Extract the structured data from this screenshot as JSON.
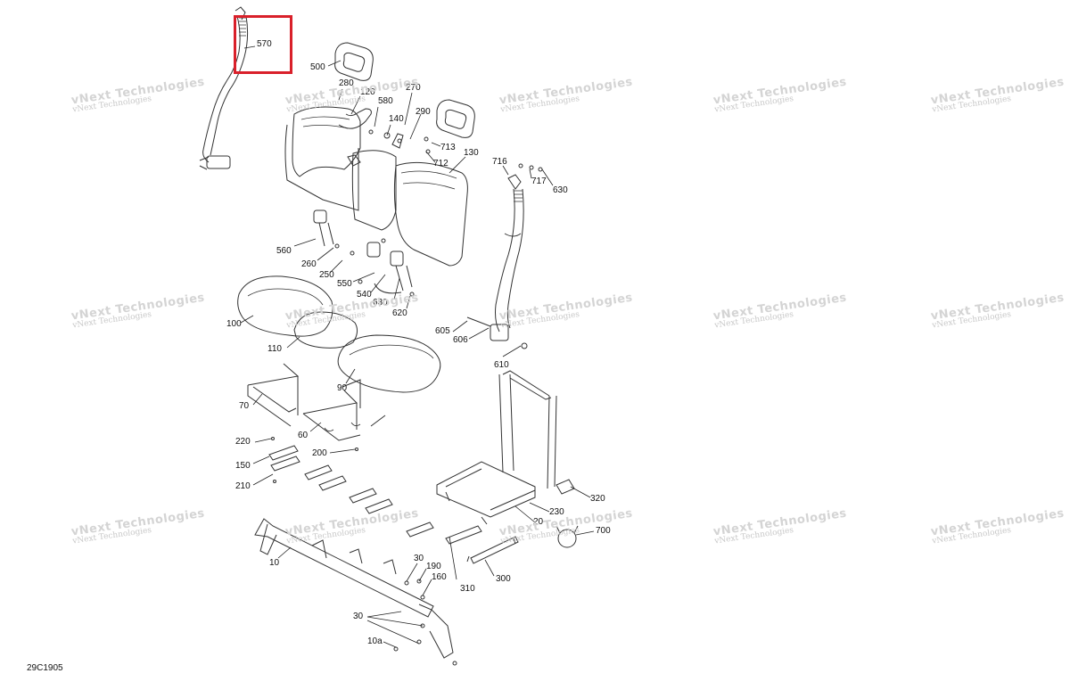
{
  "diagram": {
    "reference_code": "29C1905",
    "highlight_color": "#d9202a",
    "highlighted_part": "570",
    "parts": [
      {
        "id": "p570",
        "label": "570"
      },
      {
        "id": "p500",
        "label": "500"
      },
      {
        "id": "p280",
        "label": "280"
      },
      {
        "id": "p120",
        "label": "120"
      },
      {
        "id": "p270",
        "label": "270"
      },
      {
        "id": "p580",
        "label": "580"
      },
      {
        "id": "p290",
        "label": "290"
      },
      {
        "id": "p140",
        "label": "140"
      },
      {
        "id": "p713",
        "label": "713"
      },
      {
        "id": "p712",
        "label": "712"
      },
      {
        "id": "p130",
        "label": "130"
      },
      {
        "id": "p716",
        "label": "716"
      },
      {
        "id": "p717",
        "label": "717"
      },
      {
        "id": "p630a",
        "label": "630"
      },
      {
        "id": "p560",
        "label": "560"
      },
      {
        "id": "p260",
        "label": "260"
      },
      {
        "id": "p250",
        "label": "250"
      },
      {
        "id": "p550",
        "label": "550"
      },
      {
        "id": "p540",
        "label": "540"
      },
      {
        "id": "p630b",
        "label": "630"
      },
      {
        "id": "p620",
        "label": "620"
      },
      {
        "id": "p100",
        "label": "100"
      },
      {
        "id": "p110",
        "label": "110"
      },
      {
        "id": "p605",
        "label": "605"
      },
      {
        "id": "p606",
        "label": "606"
      },
      {
        "id": "p610",
        "label": "610"
      },
      {
        "id": "p90",
        "label": "90"
      },
      {
        "id": "p70",
        "label": "70"
      },
      {
        "id": "p60",
        "label": "60"
      },
      {
        "id": "p220",
        "label": "220"
      },
      {
        "id": "p200",
        "label": "200"
      },
      {
        "id": "p150",
        "label": "150"
      },
      {
        "id": "p210",
        "label": "210"
      },
      {
        "id": "p320",
        "label": "320"
      },
      {
        "id": "p230",
        "label": "230"
      },
      {
        "id": "p20",
        "label": "20"
      },
      {
        "id": "p700",
        "label": "700"
      },
      {
        "id": "p10",
        "label": "10"
      },
      {
        "id": "p30a",
        "label": "30"
      },
      {
        "id": "p190",
        "label": "190"
      },
      {
        "id": "p160",
        "label": "160"
      },
      {
        "id": "p310",
        "label": "310"
      },
      {
        "id": "p300",
        "label": "300"
      },
      {
        "id": "p30b",
        "label": "30"
      },
      {
        "id": "p10a",
        "label": "10a"
      }
    ]
  },
  "watermark": {
    "line1": "vNext",
    "line2": "Technologies",
    "small": "vNext Technologies"
  }
}
